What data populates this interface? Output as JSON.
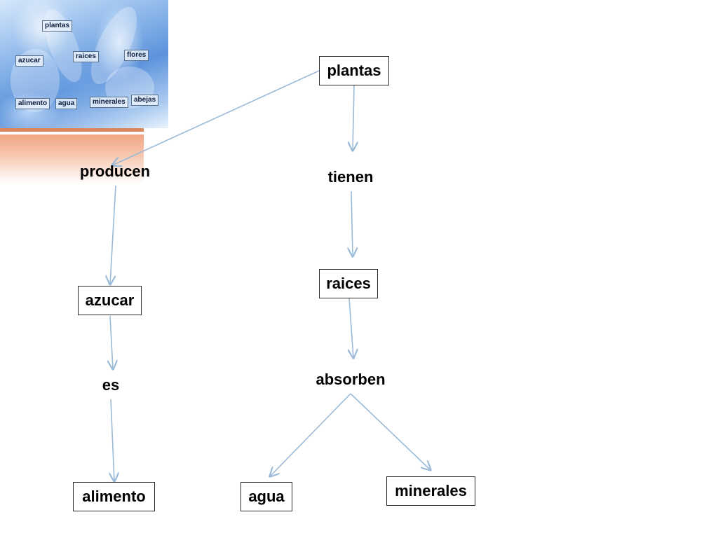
{
  "thumbnail": {
    "labels": [
      "plantas",
      "azucar",
      "raices",
      "flores",
      "alimento",
      "agua",
      "minerales",
      "abejas"
    ]
  },
  "concepts": {
    "plantas": "plantas",
    "raices": "raices",
    "azucar": "azucar",
    "alimento": "alimento",
    "agua": "agua",
    "minerales": "minerales"
  },
  "linking_words": {
    "producen": "producen",
    "tienen": "tienen",
    "es": "es",
    "absorben": "absorben"
  },
  "colors": {
    "arrow": "#9bbad8",
    "box_border": "#2b2b2b"
  }
}
